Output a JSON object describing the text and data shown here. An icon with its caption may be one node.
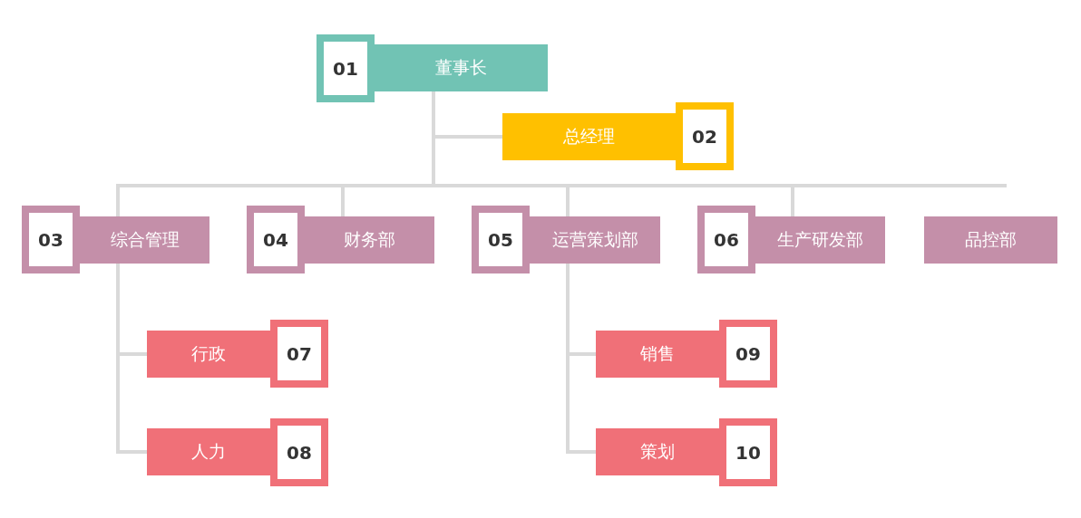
{
  "diagram": {
    "nodes": [
      {
        "text": [
          "01",
          "董事长"
        ]
      },
      {
        "text": [
          "总经理",
          "02"
        ]
      },
      {
        "text": [
          "03",
          "综合管理"
        ]
      },
      {
        "text": [
          "04",
          "财务部"
        ]
      },
      {
        "text": [
          "05",
          "运营策划部"
        ]
      },
      {
        "text": [
          "06",
          "生产研发部"
        ]
      },
      {
        "text": [
          "品控部"
        ]
      },
      {
        "text": [
          "行政",
          "07"
        ]
      },
      {
        "text": [
          "人力",
          "08"
        ]
      },
      {
        "text": [
          "销售",
          "09"
        ]
      },
      {
        "text": [
          "策划",
          "10"
        ]
      }
    ],
    "edges": [
      {
        "from": 0,
        "to": 1,
        "arrow": "none"
      },
      {
        "from": 0,
        "to": 2,
        "arrow": "none"
      },
      {
        "from": 0,
        "to": 3,
        "arrow": "none"
      },
      {
        "from": 0,
        "to": 4,
        "arrow": "none"
      },
      {
        "from": 0,
        "to": 5,
        "arrow": "none"
      },
      {
        "from": 2,
        "to": 7,
        "arrow": "none"
      },
      {
        "from": 2,
        "to": 8,
        "arrow": "none"
      },
      {
        "from": 4,
        "to": 9,
        "arrow": "none"
      },
      {
        "from": 4,
        "to": 10,
        "arrow": "none"
      }
    ]
  }
}
